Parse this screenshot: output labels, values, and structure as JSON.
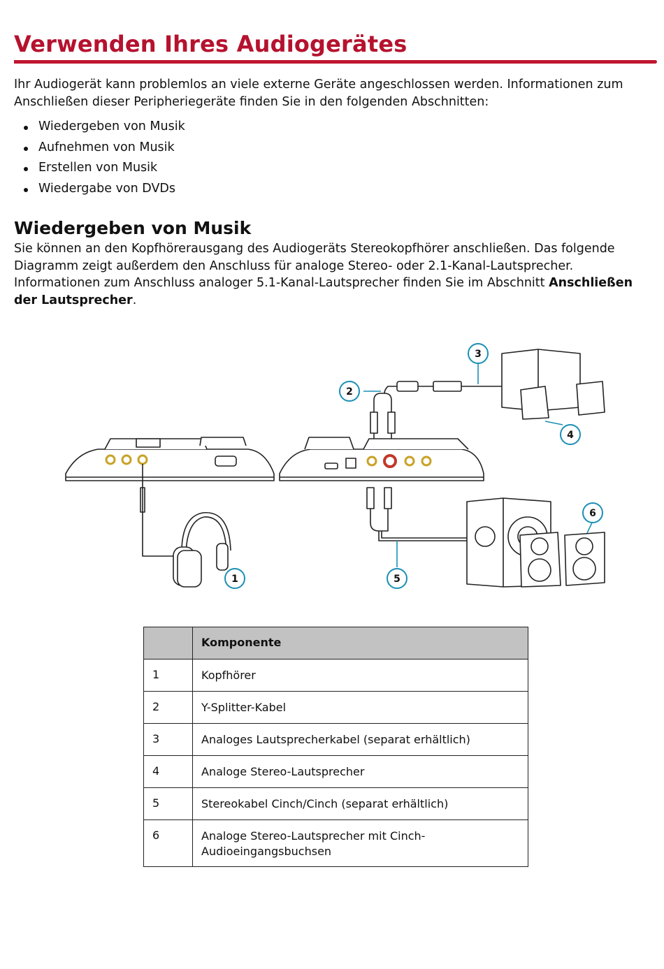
{
  "heading": "Verwenden Ihres Audiogerätes",
  "intro": "Ihr Audiogerät kann problemlos an viele externe Geräte angeschlossen werden. Informationen zum Anschließen dieser Peripheriegeräte finden Sie in den folgenden Abschnitten:",
  "bullets": [
    "Wiedergeben von Musik",
    "Aufnehmen von Musik",
    "Erstellen von Musik",
    "Wiedergabe von DVDs"
  ],
  "section": {
    "title": "Wiedergeben von Musik",
    "para": "Sie können an den Kopfhörerausgang des Audiogeräts Stereokopfhörer anschließen. Das folgende Diagramm zeigt außerdem den Anschluss für analoge Stereo- oder 2.1-Kanal-Lautsprecher. Informationen zum Anschluss analoger 5.1-Kanal-Lautsprecher finden Sie im Abschnitt ",
    "link": "Anschließen der Lautsprecher",
    "para_end": "."
  },
  "diagram": {
    "callouts": [
      "1",
      "2",
      "3",
      "4",
      "5",
      "6"
    ],
    "colors": {
      "callout": "#1b8fb5",
      "line": "#222222",
      "jack_red": "#c0392b",
      "jack_yellow": "#c9a227"
    }
  },
  "table": {
    "header": [
      "",
      "Komponente"
    ],
    "rows": [
      [
        "1",
        "Kopfhörer"
      ],
      [
        "2",
        "Y-Splitter-Kabel"
      ],
      [
        "3",
        "Analoges Lautsprecherkabel (separat erhältlich)"
      ],
      [
        "4",
        "Analoge Stereo-Lautsprecher"
      ],
      [
        "5",
        "Stereokabel Cinch/Cinch (separat erhältlich)"
      ],
      [
        "6",
        "Analoge Stereo-Lautsprecher mit Cinch-Audioeingangsbuchsen"
      ]
    ]
  },
  "colors": {
    "heading": "#b5122e",
    "table_header_bg": "#c2c2c2"
  }
}
